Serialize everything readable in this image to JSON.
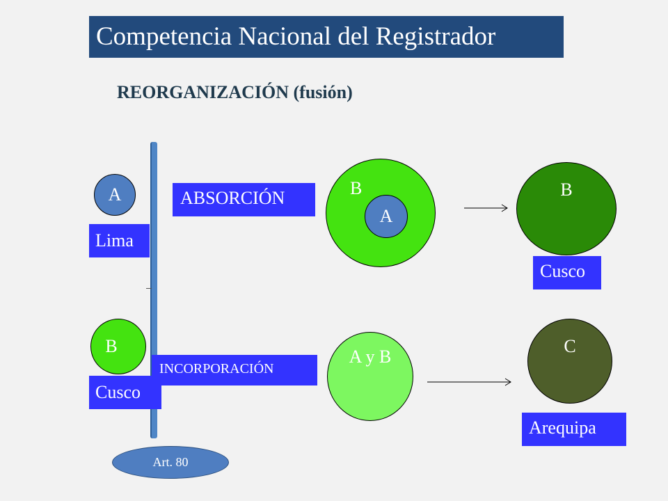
{
  "title": "Competencia Nacional del Registrador",
  "subtitle": "REORGANIZACIÓN  (fusión)",
  "left": {
    "entity_a": "A",
    "entity_a_city": "Lima",
    "entity_b": "B",
    "entity_b_city": "Cusco",
    "article": "Art. 80"
  },
  "absorption": {
    "label": "ABSORCIÓN",
    "outer_circle": "B",
    "inner_circle": "A",
    "result_circle": "B",
    "result_city": "Cusco"
  },
  "incorporation": {
    "label": "INCORPORACIÓN",
    "merged_circle": "A y B",
    "result_circle": "C",
    "result_city": "Arequipa"
  },
  "colors": {
    "title_bg": "#224a7c",
    "label_bg": "#3333ff",
    "bright_green": "#44e310",
    "light_green": "#7df760",
    "dark_green": "#2a8a07",
    "olive": "#4e5e2a",
    "steel_blue": "#4f7ec1"
  }
}
